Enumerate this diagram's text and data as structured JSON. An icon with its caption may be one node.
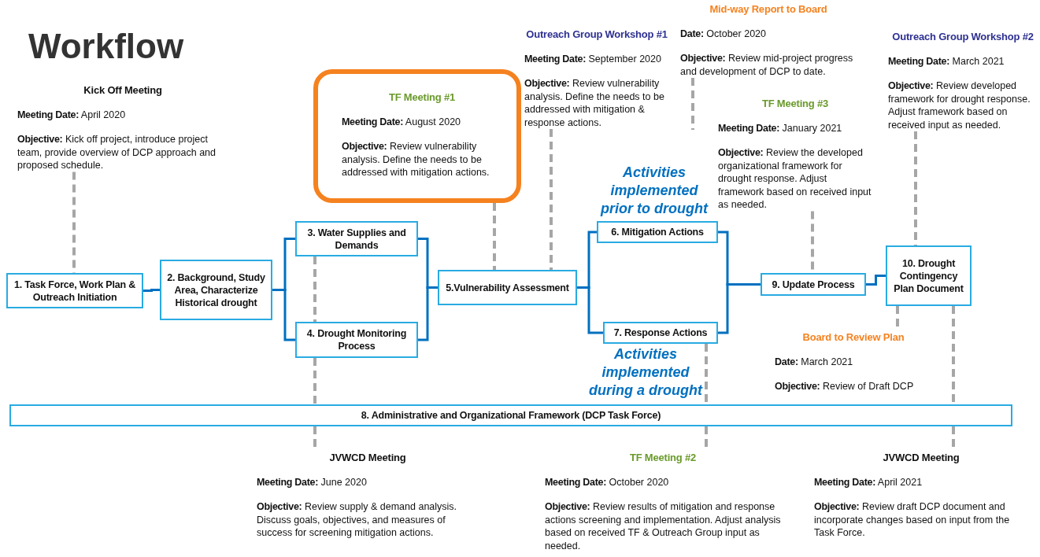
{
  "diagram": {
    "title": "Workflow",
    "nodes": [
      {
        "text": [
          "Kick Off Meeting",
          "**Meeting Date:** April 2020",
          "**Objective:** Kick off project, introduce project team, provide overview of DCP approach and proposed schedule."
        ]
      },
      {
        "text": [
          "TF Meeting #1",
          "**Meeting Date:** August 2020",
          "**Objective:** Review vulnerability analysis. Define the needs to be addressed with mitigation actions."
        ]
      },
      {
        "text": [
          "Outreach Group Workshop #1",
          "**Meeting Date:** September 2020",
          "**Objective:** Review vulnerability analysis. Define the needs to be addressed with mitigation & response actions."
        ]
      },
      {
        "text": [
          "Mid-way Report to Board",
          "**Date:** October 2020",
          "**Objective:** Review mid-project progress and development of DCP to date."
        ]
      },
      {
        "text": [
          "TF Meeting #3",
          "**Meeting Date:** January 2021",
          "**Objective:** Review the developed organizational framework for drought response. Adjust framework based on received input as needed."
        ]
      },
      {
        "text": [
          "Outreach Group Workshop #2",
          "**Meeting Date:** March 2021",
          "**Objective:** Review developed framework for drought response. Adjust framework based on received input as needed."
        ]
      },
      {
        "text": [
          "1. Task Force, Work Plan & Outreach Initiation"
        ]
      },
      {
        "text": [
          "2. Background, Study Area, Characterize Historical drought"
        ]
      },
      {
        "text": [
          "3. Water Supplies and Demands"
        ]
      },
      {
        "text": [
          "4.  Drought Monitoring Process"
        ]
      },
      {
        "text": [
          "5.Vulnerability Assessment"
        ]
      },
      {
        "text": [
          "6. Mitigation Actions"
        ]
      },
      {
        "text": [
          "7. Response Actions"
        ]
      },
      {
        "text": [
          "9. Update Process"
        ]
      },
      {
        "text": [
          "10. Drought Contingency Plan Document"
        ]
      },
      {
        "text": [
          "Board to Review Plan",
          "**Date:** March 2021",
          "**Objective:** Review of Draft DCP"
        ]
      },
      {
        "text": [
          "8. Administrative and Organizational Framework (DCP Task Force)"
        ]
      },
      {
        "text": [
          "JVWCD Meeting",
          "**Meeting Date:** June 2020",
          "**Objective:** Review supply & demand analysis. Discuss goals, objectives, and measures of success for screening mitigation actions."
        ]
      },
      {
        "text": [
          "TF Meeting #2",
          "**Meeting Date:** October 2020",
          "**Objective:** Review results of mitigation and response actions screening and implementation. Adjust analysis based on received TF & Outreach Group input as needed."
        ]
      },
      {
        "text": [
          "JVWCD Meeting",
          "**Meeting Date:** April 2021",
          "**Objective:** Review draft DCP document and incorporate changes based on input from the Task Force."
        ]
      }
    ],
    "edges": [
      {
        "from": 6,
        "to": 7,
        "arrow": "none",
        "color": "#0070c0"
      },
      {
        "from": 7,
        "to": 8,
        "arrow": "none",
        "color": "#0070c0"
      },
      {
        "from": 7,
        "to": 9,
        "arrow": "none",
        "color": "#0070c0"
      },
      {
        "from": 8,
        "to": 10,
        "arrow": "none",
        "color": "#0070c0"
      },
      {
        "from": 9,
        "to": 10,
        "arrow": "none",
        "color": "#0070c0"
      },
      {
        "from": 10,
        "to": 11,
        "arrow": "none",
        "color": "#0070c0"
      },
      {
        "from": 10,
        "to": 12,
        "arrow": "none",
        "color": "#0070c0"
      },
      {
        "from": 11,
        "to": 13,
        "arrow": "none",
        "color": "#0070c0"
      },
      {
        "from": 12,
        "to": 13,
        "arrow": "none",
        "color": "#0070c0"
      },
      {
        "from": 13,
        "to": 14,
        "arrow": "none",
        "color": "#0070c0"
      },
      {
        "from": 0,
        "to": 6,
        "arrow": "none",
        "style": "dashed"
      },
      {
        "from": 1,
        "to": 10,
        "arrow": "none",
        "style": "dashed"
      },
      {
        "from": 2,
        "to": 10,
        "arrow": "none",
        "style": "dashed"
      },
      {
        "from": 3,
        "to": null,
        "arrow": "none",
        "style": "dashed"
      },
      {
        "from": 4,
        "to": 13,
        "arrow": "none",
        "style": "dashed"
      },
      {
        "from": 5,
        "to": 14,
        "arrow": "none",
        "style": "dashed"
      },
      {
        "from": 8,
        "to": 9,
        "arrow": "none",
        "style": "dashed"
      },
      {
        "from": 9,
        "to": 16,
        "arrow": "none",
        "style": "dashed"
      },
      {
        "from": 12,
        "to": 16,
        "arrow": "none",
        "style": "dashed"
      },
      {
        "from": 14,
        "to": 15,
        "arrow": "none",
        "style": "dashed"
      },
      {
        "from": 14,
        "to": 16,
        "arrow": "none",
        "style": "dashed"
      },
      {
        "from": 16,
        "to": 17,
        "arrow": "none",
        "style": "dashed"
      },
      {
        "from": 16,
        "to": 18,
        "arrow": "none",
        "style": "dashed"
      },
      {
        "from": 16,
        "to": 19,
        "arrow": "none",
        "style": "dashed"
      }
    ],
    "labels": [
      "Activities implemented prior to drought",
      "Activities implemented during a drought"
    ]
  }
}
